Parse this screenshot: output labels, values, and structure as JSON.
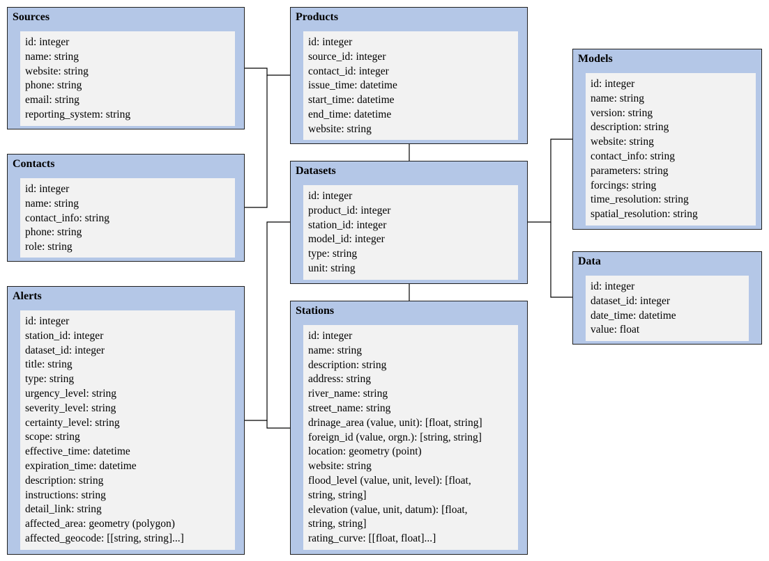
{
  "entities": {
    "sources": {
      "title": "Sources",
      "fields": [
        "id: integer",
        "name: string",
        "website: string",
        "phone: string",
        "email: string",
        "reporting_system: string"
      ]
    },
    "contacts": {
      "title": "Contacts",
      "fields": [
        "id: integer",
        "name: string",
        "contact_info: string",
        "phone: string",
        "role: string"
      ]
    },
    "alerts": {
      "title": "Alerts",
      "fields": [
        "id: integer",
        "station_id: integer",
        "dataset_id: integer",
        "title: string",
        "type: string",
        "urgency_level: string",
        "severity_level: string",
        "certainty_level: string",
        "scope: string",
        "effective_time: datetime",
        "expiration_time: datetime",
        "description: string",
        "instructions: string",
        "detail_link: string",
        "affected_area: geometry (polygon)",
        "affected_geocode: [[string, string]...]"
      ]
    },
    "products": {
      "title": "Products",
      "fields": [
        "id: integer",
        "source_id: integer",
        "contact_id: integer",
        "issue_time: datetime",
        "start_time: datetime",
        "end_time: datetime",
        "website: string"
      ]
    },
    "datasets": {
      "title": "Datasets",
      "fields": [
        "id: integer",
        "product_id: integer",
        "station_id: integer",
        "model_id: integer",
        "type: string",
        "unit: string"
      ]
    },
    "stations": {
      "title": "Stations",
      "fields": [
        "id: integer",
        "name: string",
        "description: string",
        "address: string",
        "river_name: string",
        "street_name: string",
        "drinage_area (value, unit): [float, string]",
        "foreign_id (value, orgn.): [string, string]",
        "location: geometry (point)",
        "website: string",
        "flood_level (value, unit, level): [float,",
        "string, string]",
        "elevation (value, unit, datum): [float,",
        "string, string]",
        "rating_curve: [[float, float]...]"
      ]
    },
    "models": {
      "title": "Models",
      "fields": [
        "id: integer",
        "name: string",
        "version: string",
        "description: string",
        "website: string",
        "contact_info: string",
        "parameters: string",
        "forcings: string",
        "time_resolution: string",
        "spatial_resolution: string"
      ]
    },
    "data": {
      "title": "Data",
      "fields": [
        "id: integer",
        "dataset_id: integer",
        "date_time: datetime",
        "value: float"
      ]
    }
  }
}
